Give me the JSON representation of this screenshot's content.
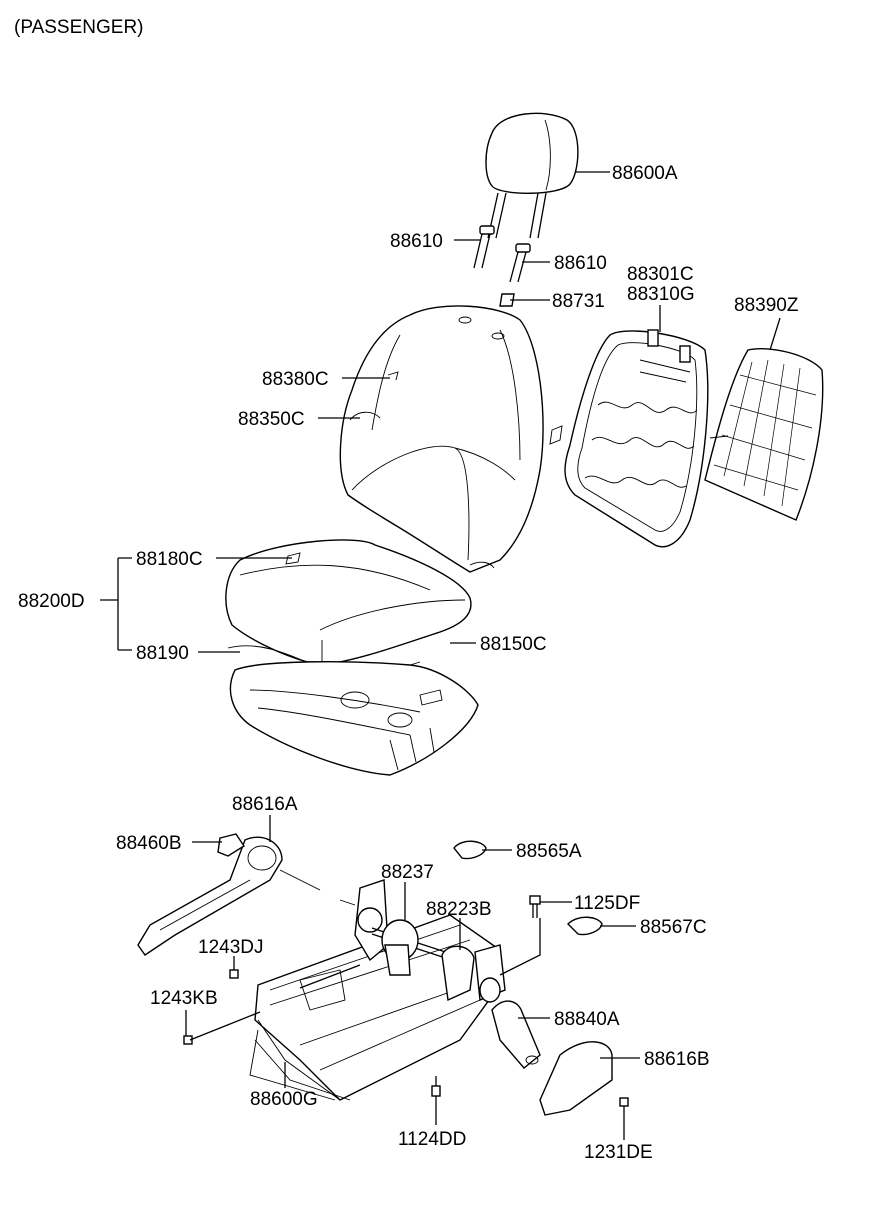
{
  "title": "(PASSENGER)",
  "labels": {
    "headrest": "88600A",
    "guide_left": "88610",
    "guide_right": "88610",
    "guide_clip": "88731",
    "back_frame_a": "88301C",
    "back_frame_b": "88310G",
    "back_board": "88390Z",
    "back_cover_clip": "88380C",
    "back_pad": "88350C",
    "cushion_assy": "88200D",
    "cushion_clip": "88180C",
    "cushion_cover": "88150C",
    "cushion_pad": "88190",
    "recliner_cover_in": "88616A",
    "knob": "88460B",
    "cover_565": "88565A",
    "shaft": "88237",
    "recliner": "88223B",
    "bolt_1125": "1125DF",
    "cover_567": "88567C",
    "screw_1243dj": "1243DJ",
    "screw_1243kb": "1243KB",
    "buckle": "88840A",
    "recliner_cover_out": "88616B",
    "track": "88600G",
    "bolt_1124": "1124DD",
    "screw_1231": "1231DE"
  }
}
